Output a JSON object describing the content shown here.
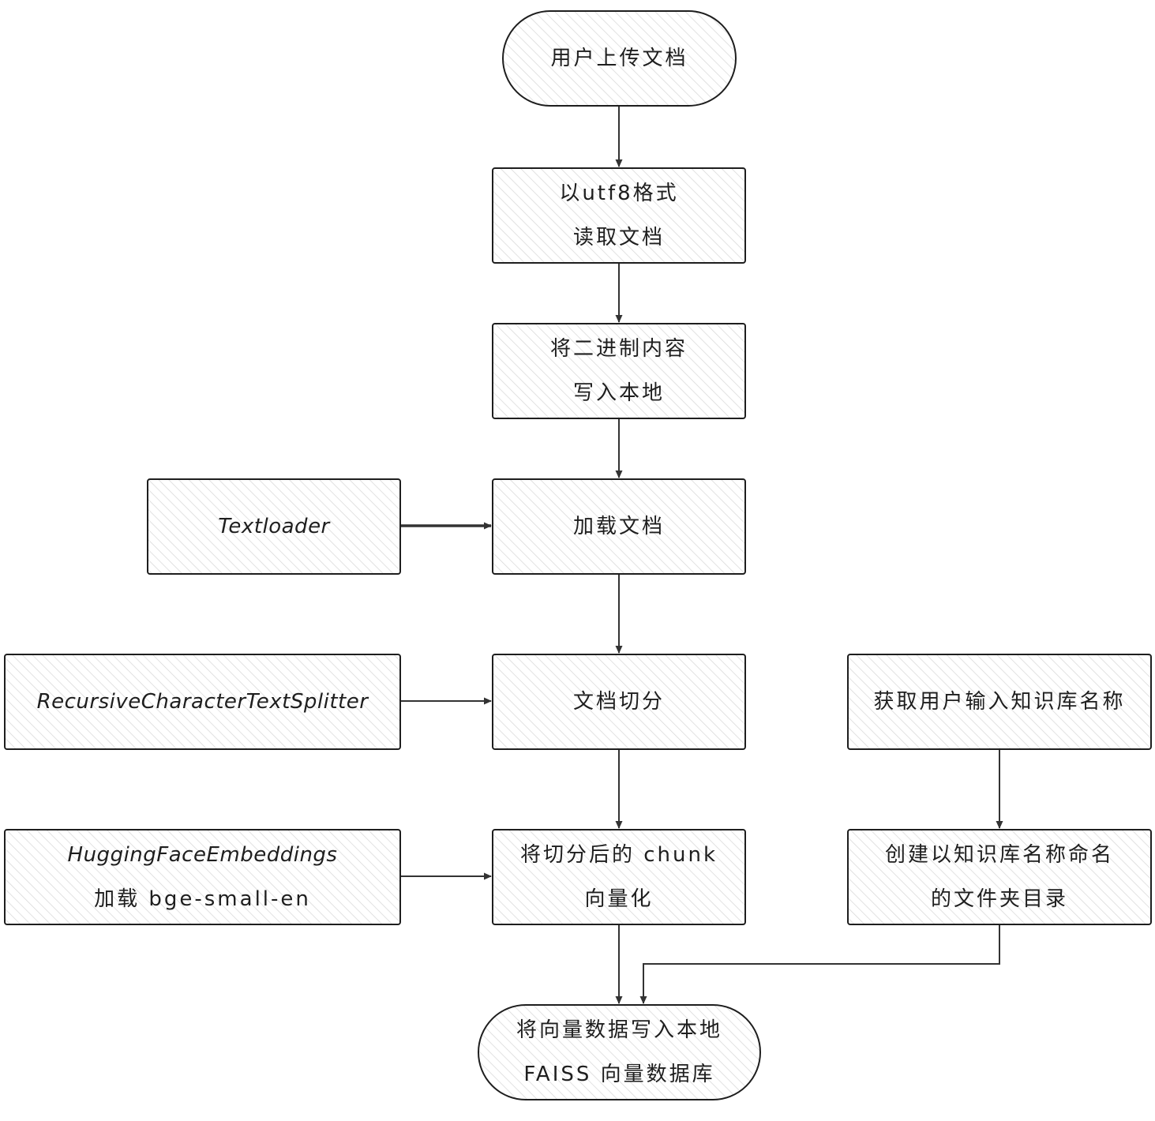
{
  "colors": {
    "stroke": "#1e1e1e",
    "hatch": "#d6d6d6",
    "background": "#ffffff"
  },
  "nodes": [
    {
      "id": "upload",
      "shape": "terminal",
      "lines": [
        "用户上传文档"
      ]
    },
    {
      "id": "read",
      "shape": "process",
      "lines": [
        "以utf8格式",
        "读取文档"
      ]
    },
    {
      "id": "write-binary",
      "shape": "process",
      "lines": [
        "将二进制内容",
        "写入本地"
      ]
    },
    {
      "id": "load",
      "shape": "process",
      "lines": [
        "加载文档"
      ]
    },
    {
      "id": "split",
      "shape": "process",
      "lines": [
        "文档切分"
      ]
    },
    {
      "id": "vectorize",
      "shape": "process",
      "lines": [
        "将切分后的 chunk",
        "向量化"
      ]
    },
    {
      "id": "faiss",
      "shape": "terminal",
      "lines": [
        "将向量数据写入本地",
        "FAISS 向量数据库"
      ]
    },
    {
      "id": "textloader",
      "shape": "process",
      "lines": [
        "Textloader"
      ]
    },
    {
      "id": "splitter",
      "shape": "process",
      "lines": [
        "RecursiveCharacterTextSplitter"
      ]
    },
    {
      "id": "embeddings",
      "shape": "process",
      "lines": [
        "HuggingFaceEmbeddings",
        "加载 bge-small-en"
      ]
    },
    {
      "id": "kb-name",
      "shape": "process",
      "lines": [
        "获取用户输入知识库名称"
      ]
    },
    {
      "id": "mkdir",
      "shape": "process",
      "lines": [
        "创建以知识库名称命名",
        "的文件夹目录"
      ]
    }
  ],
  "edges": [
    {
      "from": "upload",
      "to": "read"
    },
    {
      "from": "read",
      "to": "write-binary"
    },
    {
      "from": "write-binary",
      "to": "load"
    },
    {
      "from": "load",
      "to": "split"
    },
    {
      "from": "split",
      "to": "vectorize"
    },
    {
      "from": "vectorize",
      "to": "faiss"
    },
    {
      "from": "textloader",
      "to": "load"
    },
    {
      "from": "splitter",
      "to": "split"
    },
    {
      "from": "embeddings",
      "to": "vectorize"
    },
    {
      "from": "kb-name",
      "to": "mkdir"
    },
    {
      "from": "mkdir",
      "to": "faiss"
    }
  ]
}
